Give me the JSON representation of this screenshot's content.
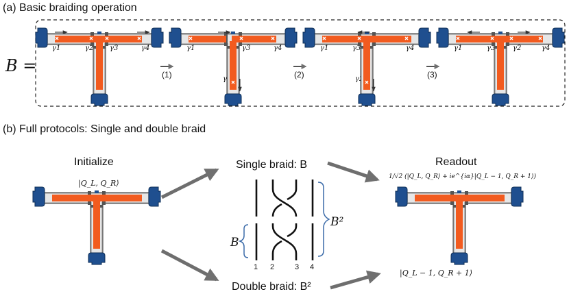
{
  "section_a": {
    "label": "(a) Basic braiding operation",
    "operator": "B =",
    "steps": [
      "(1)",
      "(2)",
      "(3)"
    ],
    "panels": [
      {
        "labels": [
          "γ1",
          "γ2",
          "γ3",
          "γ4"
        ],
        "vertical_label": ""
      },
      {
        "labels": [
          "γ1",
          "γ3",
          "γ4"
        ],
        "vertical_label": "γ2"
      },
      {
        "labels": [
          "γ1",
          "γ3",
          "γ4"
        ],
        "vertical_label": "γ2"
      },
      {
        "labels": [
          "γ1",
          "γ3",
          "γ2",
          "γ4"
        ],
        "vertical_label": ""
      }
    ]
  },
  "section_b": {
    "label": "(b) Full protocols:  Single and double braid",
    "initialize": "Initialize",
    "initial_state": "|Q_L, Q_R⟩",
    "single_braid": "Single braid: B",
    "double_braid": "Double braid: B²",
    "readout": "Readout",
    "readout_state_single": "1/√2 (|Q_L, Q_R⟩ + ie^{iα}|Q_L − 1, Q_R + 1⟩)",
    "readout_state_double": "|Q_L − 1, Q_R + 1⟩",
    "braid_left_label": "B",
    "braid_right_label": "B²",
    "strand_numbers": [
      "1",
      "2",
      "3",
      "4"
    ]
  },
  "colors": {
    "wire_orange": "#f25b1f",
    "gate_blue": "#1f4f8f",
    "brace_blue": "#3a6aa8",
    "arrow_gray": "#707070"
  }
}
